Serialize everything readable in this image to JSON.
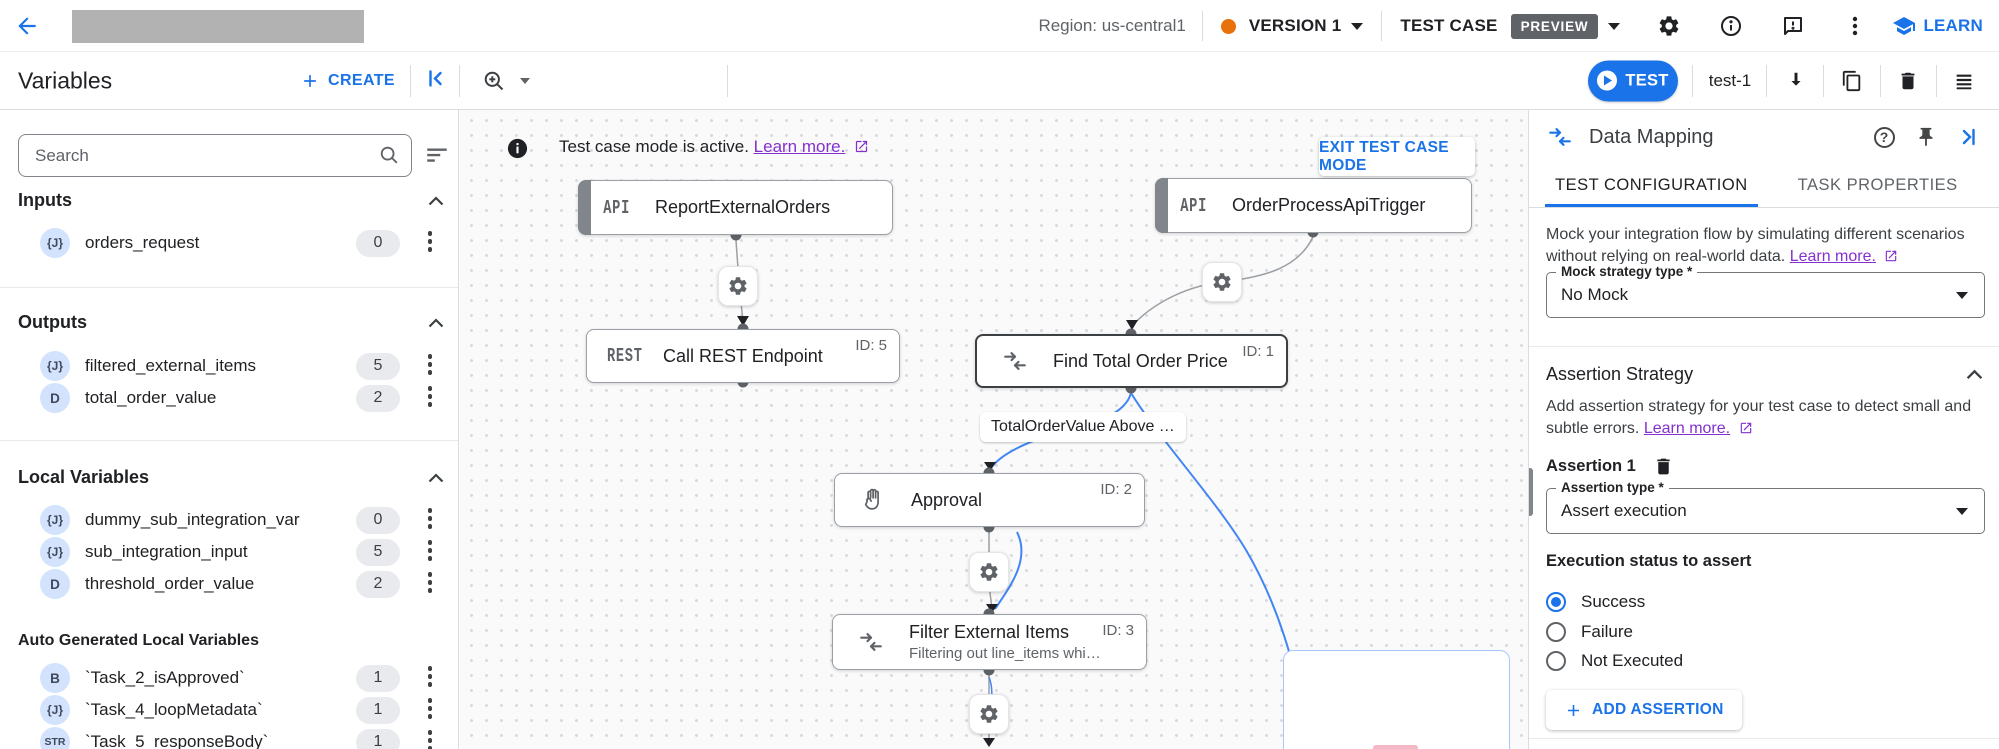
{
  "colors": {
    "accent_blue": "#1a73e8",
    "link_purple": "#8430ce",
    "version_dot_orange": "#e8710a",
    "preview_badge_bg": "#5f6368",
    "canvas_edge_blue": "#4285f4",
    "node_accent_gray": "#80868b"
  },
  "topbar": {
    "region_label": "Region: us-central1",
    "version": {
      "label": "VERSION 1"
    },
    "testcase": {
      "label": "TEST CASE",
      "badge": "PREVIEW"
    },
    "learn_label": "LEARN"
  },
  "toolbar": {
    "title": "Variables",
    "create_label": "CREATE",
    "test_button_label": "TEST",
    "test_name": "test-1"
  },
  "sidebar": {
    "search_placeholder": "Search",
    "sections": [
      {
        "title": "Inputs",
        "items": [
          {
            "type_label": "{J}",
            "name": "orders_request",
            "count": "0"
          }
        ]
      },
      {
        "title": "Outputs",
        "items": [
          {
            "type_label": "{J}",
            "name": "filtered_external_items",
            "count": "5"
          },
          {
            "type_label": "D",
            "name": "total_order_value",
            "count": "2"
          }
        ]
      },
      {
        "title": "Local Variables",
        "items": [
          {
            "type_label": "{J}",
            "name": "dummy_sub_integration_var",
            "count": "0"
          },
          {
            "type_label": "{J}",
            "name": "sub_integration_input",
            "count": "5"
          },
          {
            "type_label": "D",
            "name": "threshold_order_value",
            "count": "2"
          }
        ]
      },
      {
        "title": "Auto Generated Local Variables",
        "items": [
          {
            "type_label": "B",
            "name": "`Task_2_isApproved`",
            "count": "1"
          },
          {
            "type_label": "{J}",
            "name": "`Task_4_loopMetadata`",
            "count": "1"
          },
          {
            "type_label": "STR",
            "name": "`Task_5_responseBody`",
            "count": "1"
          }
        ]
      }
    ]
  },
  "canvas": {
    "banner": {
      "message": "Test case mode is active.",
      "learn_more_label": "Learn more.",
      "exit_button_label": "EXIT TEST CASE MODE"
    },
    "nodes": [
      {
        "icon_label": "API",
        "title": "ReportExternalOrders"
      },
      {
        "icon_label": "API",
        "title": "OrderProcessApiTrigger"
      },
      {
        "icon_label": "REST",
        "title": "Call REST Endpoint",
        "id": "ID: 5"
      },
      {
        "title": "Find Total Order Price",
        "id": "ID: 1"
      },
      {
        "title": "Approval",
        "id": "ID: 2"
      },
      {
        "title": "Filter External Items",
        "subtitle": "Filtering out line_items whi…",
        "id": "ID: 3"
      }
    ],
    "edge_label": "TotalOrderValue Above …"
  },
  "panel": {
    "title": "Data Mapping",
    "tabs": [
      {
        "label": "TEST CONFIGURATION"
      },
      {
        "label": "TASK PROPERTIES"
      }
    ],
    "mock": {
      "description": "Mock your integration flow by simulating different scenarios without relying on real-world data.",
      "learn_more_label": "Learn more.",
      "field_label": "Mock strategy type *",
      "field_value": "No Mock"
    },
    "assertion": {
      "section_title": "Assertion Strategy",
      "description": "Add assertion strategy for your test case to detect small and subtle errors.",
      "learn_more_label": "Learn more.",
      "item_title": "Assertion 1",
      "type_label": "Assertion type *",
      "type_value": "Assert execution",
      "status_label": "Execution status to assert",
      "options": [
        {
          "label": "Success",
          "selected": true
        },
        {
          "label": "Failure",
          "selected": false
        },
        {
          "label": "Not Executed",
          "selected": false
        }
      ],
      "add_button_label": "ADD ASSERTION"
    }
  }
}
